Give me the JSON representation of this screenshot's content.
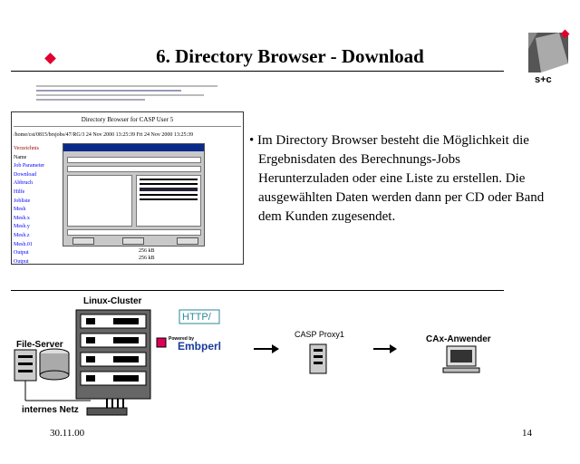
{
  "slide": {
    "title": "6. Directory Browser - Download",
    "logo_text": "s+c",
    "bullet": "• Im Directory Browser besteht die Möglichkeit die Ergebnisdaten des Berechnungs-Jobs Herunterzuladen oder eine Liste zu erstellen. Die ausgewählten Daten werden dann per CD oder Band dem Kunden zugesendet.",
    "date": "30.11.00",
    "page": "14"
  },
  "screenshot": {
    "header": "Directory Browser for CASP User 5",
    "path": "/home/cst/0815/brsjobs/47/RG/3 24 Nov 2000 13:25:39 Fri 24 Nov 2000 13:25:39",
    "sidebar": [
      "Verzeichnis",
      "Name",
      "Job Parameter",
      "Download",
      "Abbruch",
      "Hilfe",
      "Jobliste",
      "Mesh",
      "Mesh.x",
      "Mesh.y",
      "Mesh.z",
      "Mesh.01",
      "Output",
      "Output"
    ],
    "counts": [
      "256 kB",
      "256 kB"
    ]
  },
  "diagram": {
    "cluster_label": "Linux-Cluster",
    "fileserver_label": "File-Server",
    "network_label": "internes Netz",
    "http_label": "HTTP/",
    "embperl_small": "Powered by",
    "embperl_label": "Embperl",
    "proxy_label": "CASP Proxy1",
    "client_label": "CAx-Anwender"
  },
  "colors": {
    "bullet_mark": "#e00030",
    "logo_dark": "#444444",
    "embperl_blue": "#1a3a9a",
    "http_border": "#2a8a9a"
  }
}
